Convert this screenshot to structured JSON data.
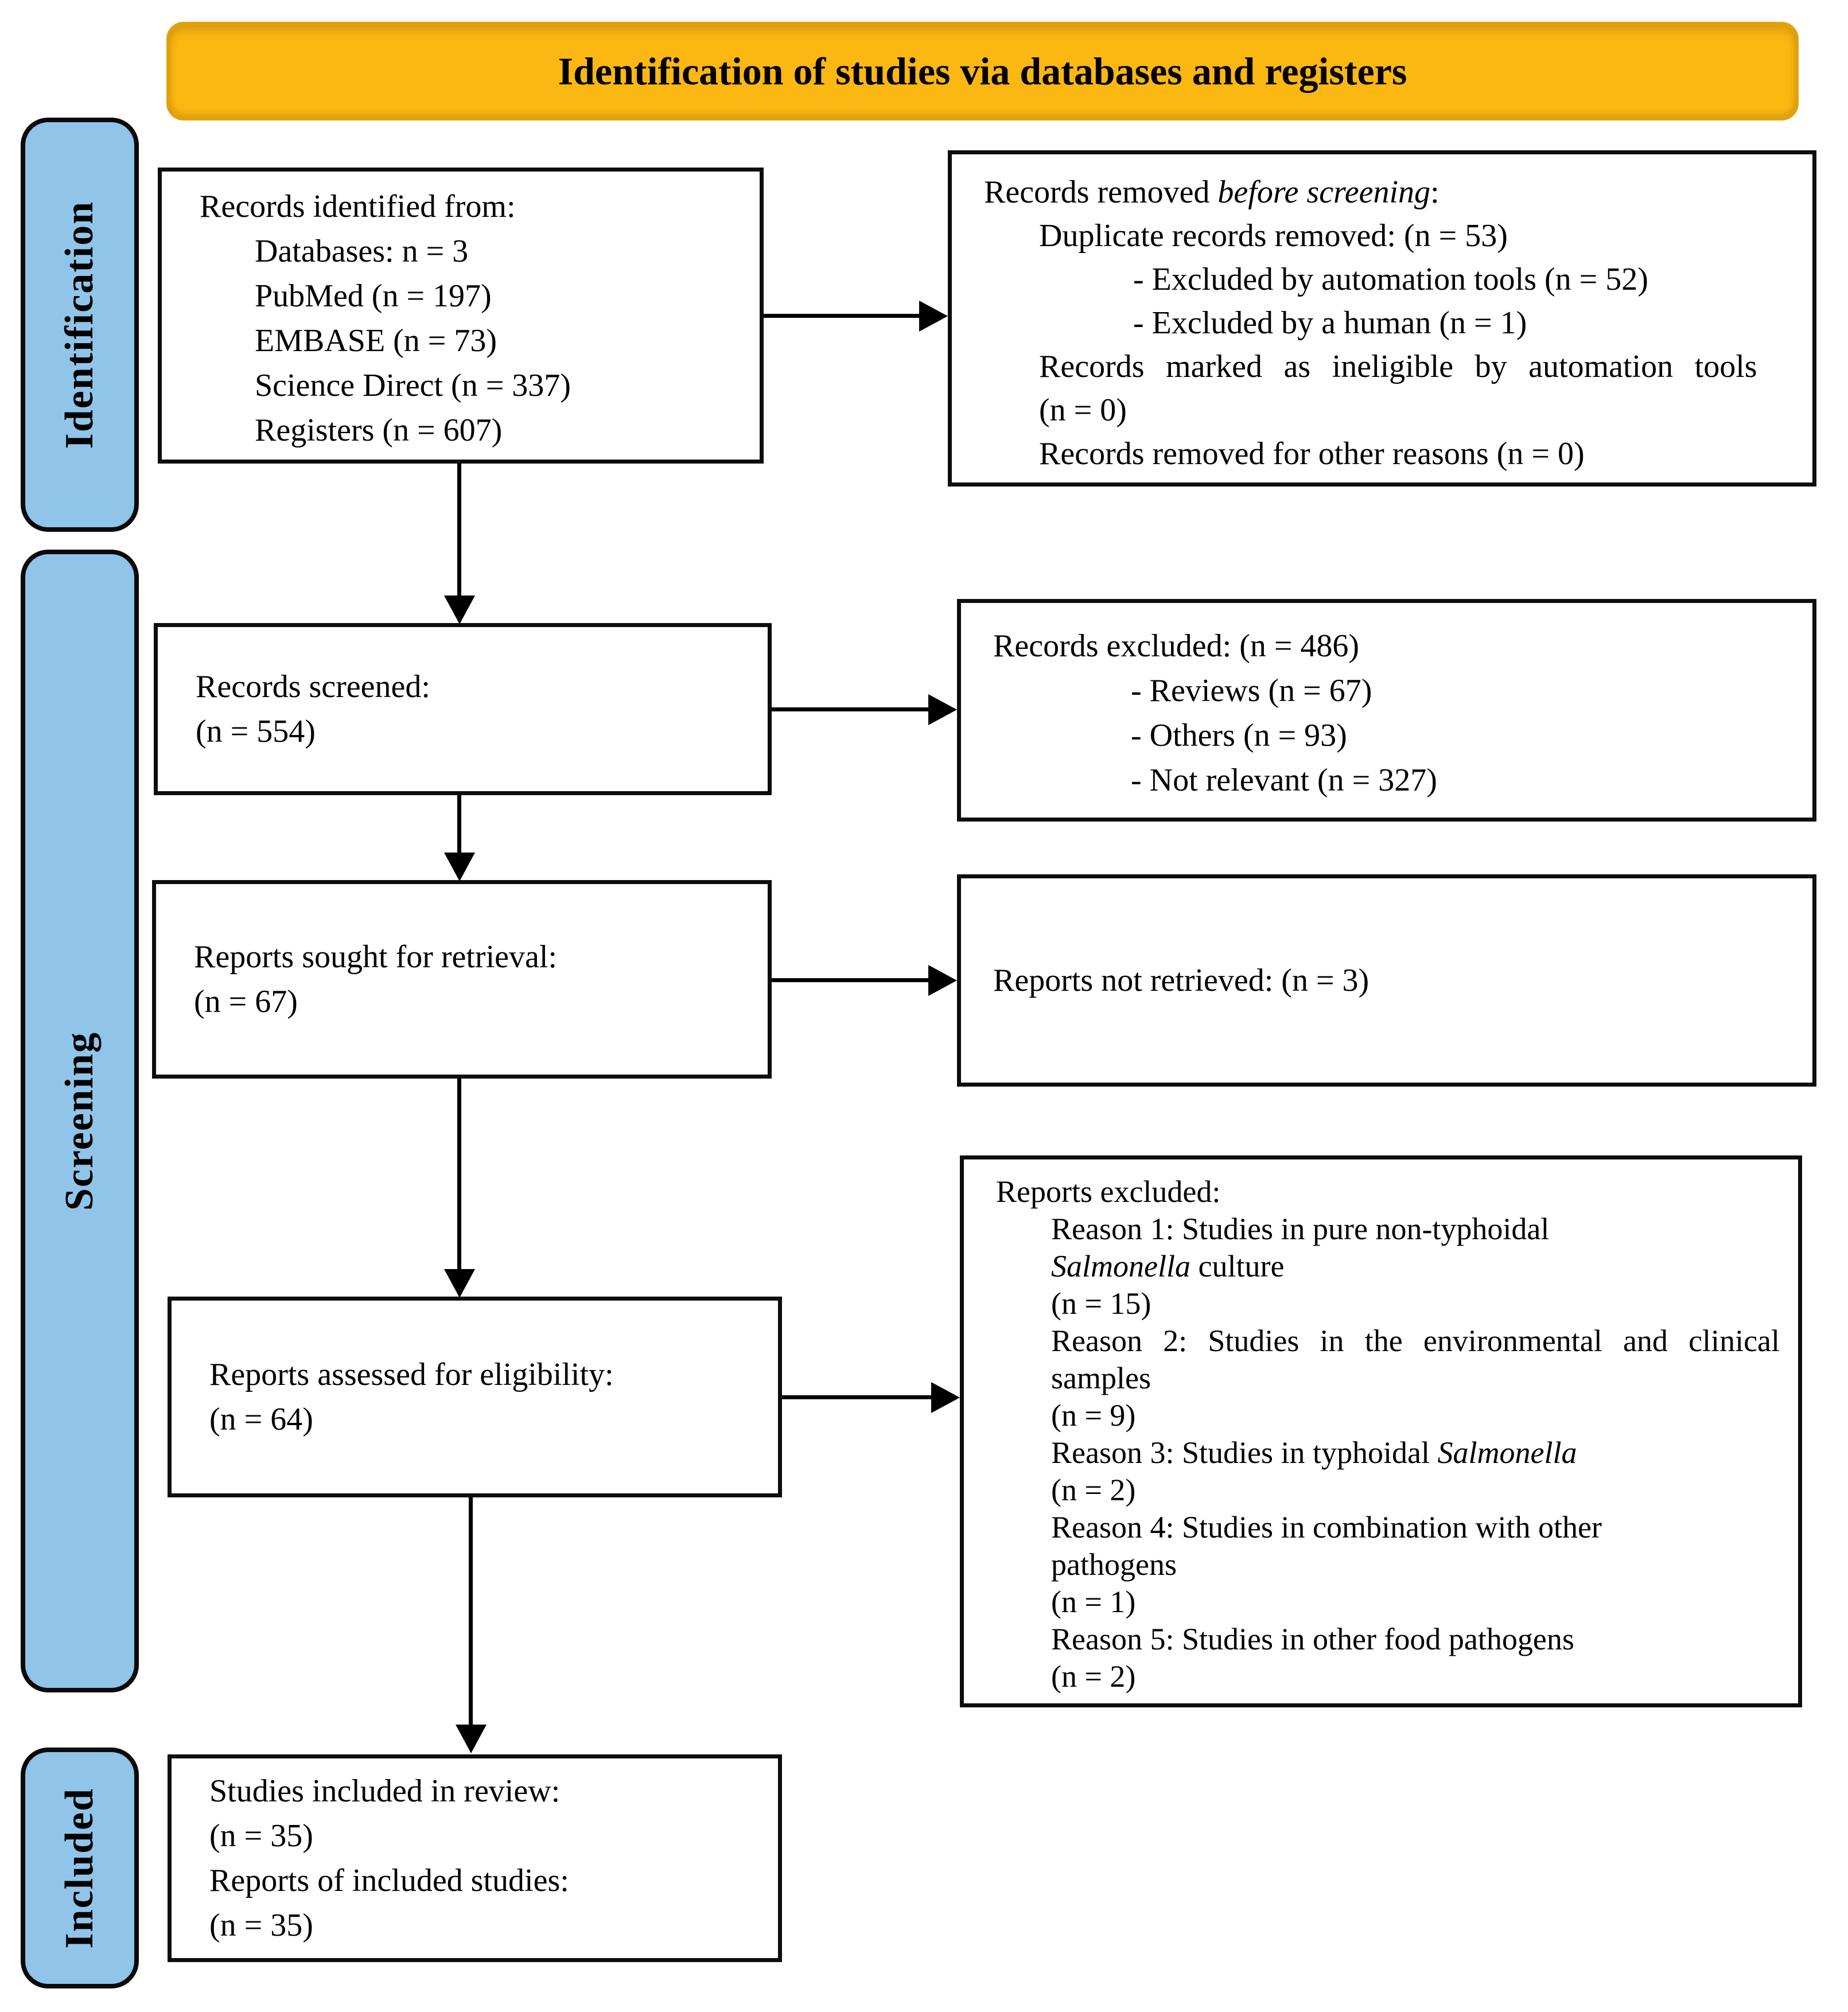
{
  "colors": {
    "banner-bg": "#fbb712",
    "banner-border": "#e2a10c",
    "label-bg": "#90c5e9"
  },
  "header": {
    "title": "Identification of studies via databases and registers"
  },
  "stages": {
    "identification": "Identification",
    "screening": "Screening",
    "included": "Included"
  },
  "records_identified": {
    "title": "Records identified from:",
    "items": [
      "Databases: n = 3",
      "PubMed (n = 197)",
      "EMBASE (n = 73)",
      "Science Direct (n = 337)",
      "Registers (n = 607)"
    ]
  },
  "records_removed": {
    "title_prefix": "Records removed ",
    "title_italic": "before screening",
    "title_suffix": ":",
    "duplicate": "Duplicate records removed: (n = 53)",
    "excluded_automation": "- Excluded by automation tools (n = 52)",
    "excluded_human": "- Excluded by a human (n = 1)",
    "ineligible": "Records marked as ineligible by automation tools",
    "ineligible_n": "(n = 0)",
    "other_reasons": "Records removed for other reasons (n = 0)"
  },
  "records_screened": {
    "line1": "Records screened:",
    "line2": "(n = 554)"
  },
  "records_excluded": {
    "title": "Records excluded: (n = 486)",
    "bullets": [
      "- Reviews (n = 67)",
      "- Others (n = 93)",
      "- Not relevant (n = 327)"
    ]
  },
  "reports_sought": {
    "line1": "Reports sought for retrieval:",
    "line2": "(n = 67)"
  },
  "reports_not_retrieved": {
    "line1": "Reports not retrieved: (n = 3)"
  },
  "reports_assessed": {
    "line1": "Reports assessed for eligibility:",
    "line2": "(n = 64)"
  },
  "reports_excluded": {
    "title": "Reports excluded:",
    "r1a": "Reason 1: Studies in pure non-typhoidal",
    "r1b_italic": "Salmonella",
    "r1b_rest": " culture",
    "r1n": "(n = 15)",
    "r2a": "Reason 2: Studies in the environmental and clinical",
    "r2b": "samples",
    "r2n": "(n = 9)",
    "r3a": "Reason 3: Studies in typhoidal ",
    "r3b_italic": "Salmonella",
    "r3n": "(n = 2)",
    "r4a": "Reason 4: Studies in combination with other",
    "r4b": "pathogens",
    "r4n": "(n = 1)",
    "r5a": "Reason 5: Studies in other food pathogens",
    "r5n": "(n = 2)"
  },
  "studies_included": {
    "line1": "Studies included in review:",
    "line2": "(n = 35)",
    "line3": "Reports of included studies:",
    "line4": "(n = 35)"
  }
}
